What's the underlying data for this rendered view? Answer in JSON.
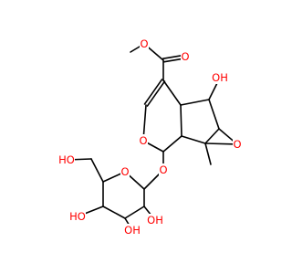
{
  "atom_labels": [
    {
      "id": "o_ester_carbonyl",
      "text": "O",
      "color": "#ff0000"
    },
    {
      "id": "o_ester_ether",
      "text": "O",
      "color": "#ff0000"
    },
    {
      "id": "oh_cyclopentane",
      "text": "OH",
      "color": "#ff0000"
    },
    {
      "id": "o_pyran",
      "text": "O",
      "color": "#ff0000"
    },
    {
      "id": "o_epoxide",
      "text": "O",
      "color": "#ff0000"
    },
    {
      "id": "o_glycosidic",
      "text": "O",
      "color": "#ff0000"
    },
    {
      "id": "o_sugar_ring",
      "text": "O",
      "color": "#ff0000"
    },
    {
      "id": "ho_ch2oh",
      "text": "HO",
      "color": "#ff0000"
    },
    {
      "id": "oh_sugar_right",
      "text": "OH",
      "color": "#ff0000"
    },
    {
      "id": "ho_sugar_left",
      "text": "HO",
      "color": "#ff0000"
    },
    {
      "id": "oh_sugar_bottom",
      "text": "OH",
      "color": "#ff0000"
    }
  ],
  "colors": {
    "bond": "#000000",
    "heteroatom": "#ff0000",
    "background": "#ffffff"
  }
}
